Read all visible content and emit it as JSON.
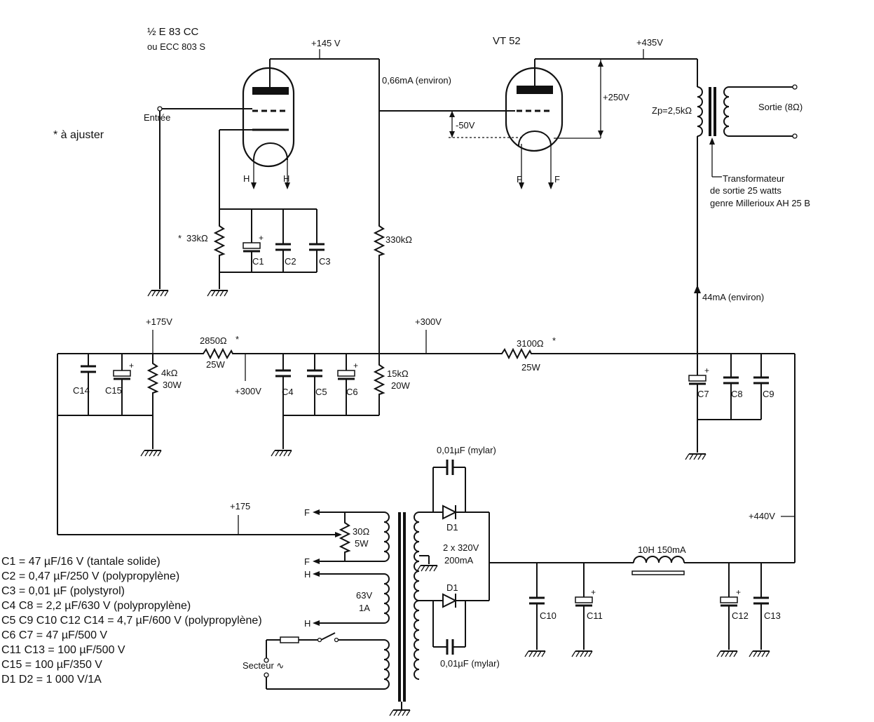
{
  "tubes": {
    "v1_type_line1": "½ E 83 CC",
    "v1_type_line2": "ou  ECC 803 S",
    "v2_type": "VT 52",
    "v1_heater_a": "H",
    "v1_heater_b": "H",
    "v2_fil_a": "F",
    "v2_fil_b": "F"
  },
  "labels": {
    "input": "Entrée",
    "adjust_note": "* à ajuster",
    "v145": "+145 V",
    "v435": "+435V",
    "i066": "0,66mA (environ)",
    "v250": "+250V",
    "bias": "-50V",
    "zp": "Zp=2,5kΩ",
    "output": "Sortie (8Ω)",
    "xfmr_line1": "Transformateur",
    "xfmr_line2": "de sortie  25 watts",
    "xfmr_line3": "genre Millerioux AH 25 B",
    "r_cathode": "33kΩ",
    "r_cathode_star": "*",
    "c1": "C1",
    "c2": "C2",
    "c3": "C3",
    "r330": "330kΩ",
    "i44": "44mA (environ)",
    "v175": "+175V",
    "v300_top": "+300V",
    "r2850_a": "2850Ω",
    "r2850_star": "*",
    "r2850_b": "25W",
    "v300_mid": "+300V",
    "r4k_a": "4kΩ",
    "r4k_b": "30W",
    "c14": "C14",
    "c15": "C15",
    "c4": "C4",
    "c5": "C5",
    "c6": "C6",
    "r15k_a": "15kΩ",
    "r15k_b": "20W",
    "r3100_a": "3100Ω",
    "r3100_star": "*",
    "r3100_b": "25W",
    "c7": "C7",
    "c8": "C8",
    "c9": "C9",
    "cmylar_top": "0,01µF (mylar)",
    "cmylar_bot": "0,01µF (mylar)",
    "d1_top": "D1",
    "d1_bot": "D1",
    "hv_winding_a": "2 x 320V",
    "hv_winding_b": "200mA",
    "v175_low": "+175",
    "f_top": "F",
    "f_bot": "F",
    "r30_a": "30Ω",
    "r30_b": "5W",
    "h_top": "H",
    "h_bot": "H",
    "lv_a": "63V",
    "lv_b": "1A",
    "mains": "Secteur ∿",
    "choke": "10H 150mA",
    "v440": "+440V",
    "c10": "C10",
    "c11": "C11",
    "c12": "C12",
    "c13": "C13"
  },
  "legend": [
    "C1 = 47 µF/16 V (tantale solide)",
    "C2 = 0,47 µF/250 V (polypropylène)",
    "C3 = 0,01 µF (polystyrol)",
    "C4 C8 = 2,2 µF/630 V (polypropylène)",
    "C5 C9 C10 C12 C14 = 4,7 µF/600 V (polypropylène)",
    "C6 C7 = 47 µF/500 V",
    "C11 C13 = 100 µF/500 V",
    "C15 = 100 µF/350 V",
    "D1 D2 = 1 000 V/1A"
  ]
}
